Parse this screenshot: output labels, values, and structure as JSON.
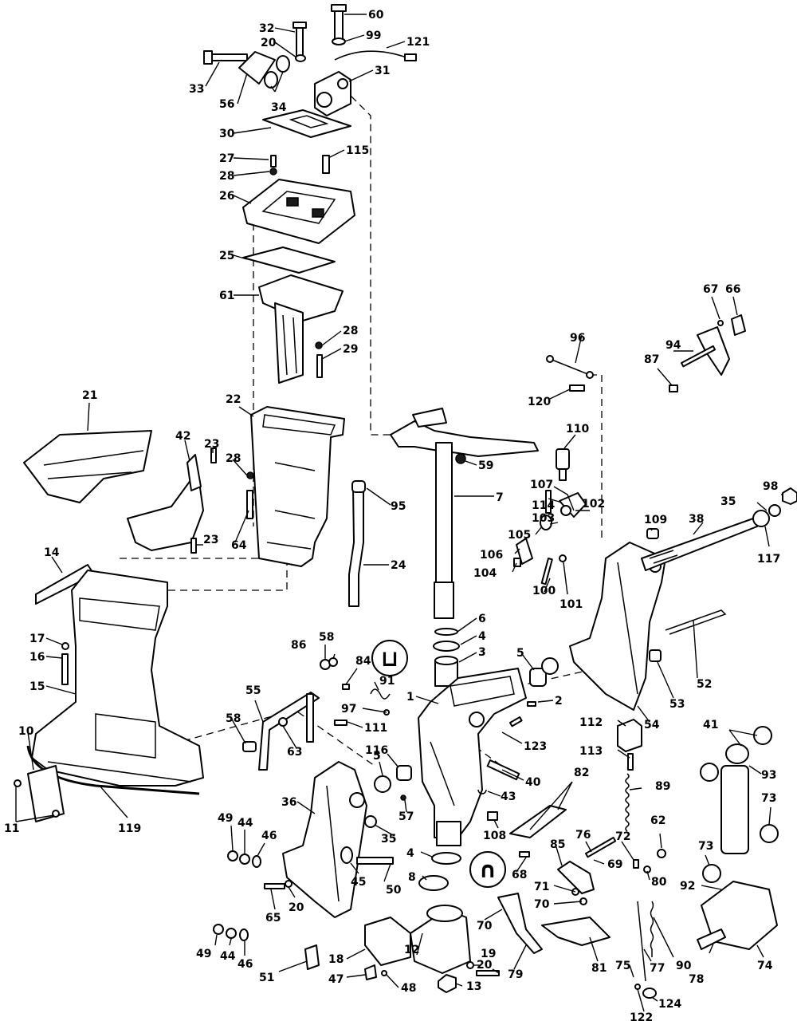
{
  "diagram": {
    "title": "",
    "part_labels": [
      "60",
      "32",
      "99",
      "20",
      "121",
      "33",
      "31",
      "56",
      "34",
      "30",
      "115",
      "27",
      "28",
      "26",
      "25",
      "61",
      "28",
      "29",
      "21",
      "22",
      "42",
      "23",
      "28",
      "23",
      "64",
      "14",
      "17",
      "16",
      "15",
      "10",
      "11",
      "119",
      "95",
      "24",
      "59",
      "7",
      "6",
      "4",
      "3",
      "5",
      "2",
      "1",
      "97",
      "111",
      "63",
      "55",
      "58",
      "86",
      "58",
      "84",
      "91",
      "116",
      "5",
      "57",
      "123",
      "40",
      "43",
      "36",
      "49",
      "44",
      "46",
      "35",
      "45",
      "50",
      "65",
      "20",
      "49",
      "44",
      "46",
      "51",
      "18",
      "47",
      "48",
      "12",
      "13",
      "20",
      "19",
      "8",
      "4",
      "108",
      "82",
      "68",
      "85",
      "71",
      "70",
      "70",
      "79",
      "81",
      "76",
      "69",
      "72",
      "80",
      "62",
      "75",
      "77",
      "90",
      "124",
      "122",
      "112",
      "113",
      "89",
      "109",
      "38",
      "117",
      "98",
      "35",
      "53",
      "52",
      "54",
      "96",
      "120",
      "110",
      "107",
      "114",
      "102",
      "103",
      "105",
      "106",
      "104",
      "100",
      "101",
      "67",
      "66",
      "94",
      "87",
      "41",
      "93",
      "73",
      "73",
      "92",
      "78",
      "74"
    ],
    "symbols": [
      {
        "icon": "lubricant-symbol-a",
        "glyph": "⊔"
      },
      {
        "icon": "lubricant-symbol-b",
        "glyph": "∩"
      }
    ]
  }
}
